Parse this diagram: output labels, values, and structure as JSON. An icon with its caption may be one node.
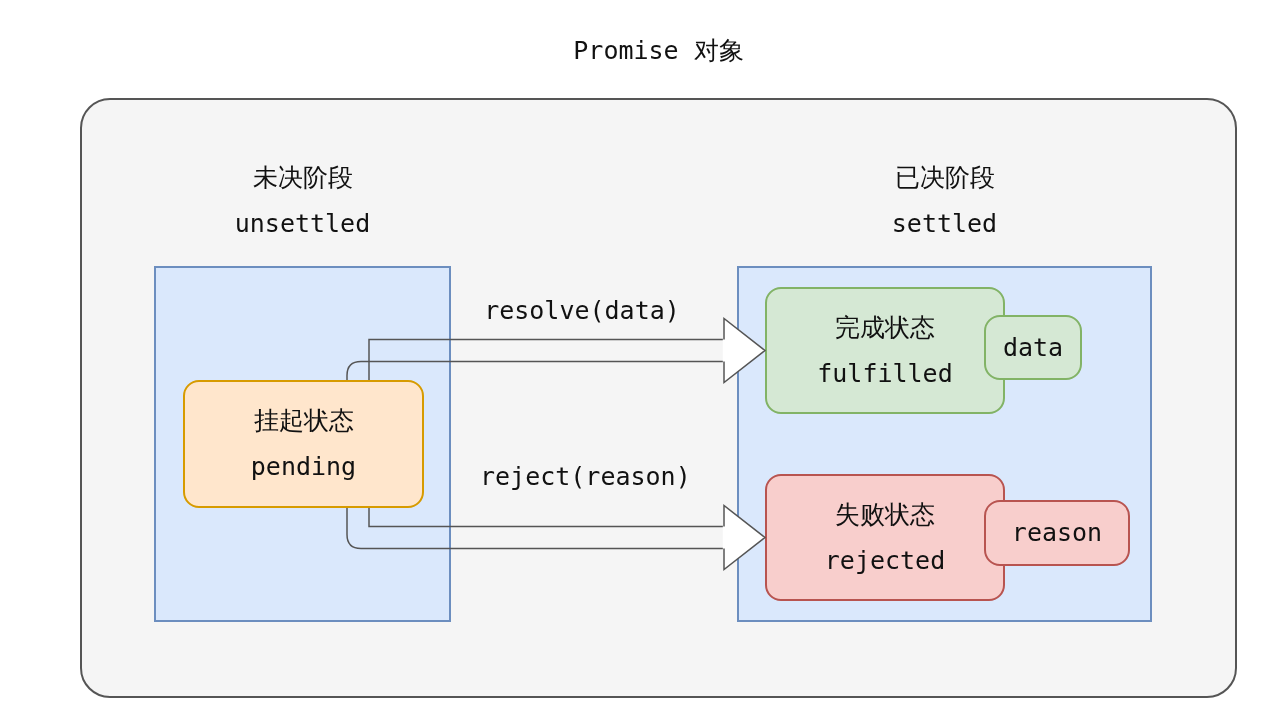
{
  "diagram": {
    "nodes": [
      {
        "text": [
          "Promise 对象"
        ]
      },
      {
        "text": [
          "未决阶段 unsettled"
        ],
        "in": 0
      },
      {
        "text": [
          "已决阶段 settled"
        ],
        "in": 0
      },
      {
        "text": [
          "挂起状态 pending"
        ],
        "in": 1
      },
      {
        "text": [
          "完成状态 fulfilled"
        ],
        "in": 2
      },
      {
        "text": [
          "data"
        ],
        "in": 2
      },
      {
        "text": [
          "失败状态 rejected"
        ],
        "in": 2
      },
      {
        "text": [
          "reason"
        ],
        "in": 2
      }
    ],
    "edges": [
      {
        "from": 3,
        "to": 4,
        "arrow": "to",
        "label": "resolve(data)"
      },
      {
        "from": 3,
        "to": 6,
        "arrow": "to",
        "label": "reject(reason)"
      }
    ]
  }
}
